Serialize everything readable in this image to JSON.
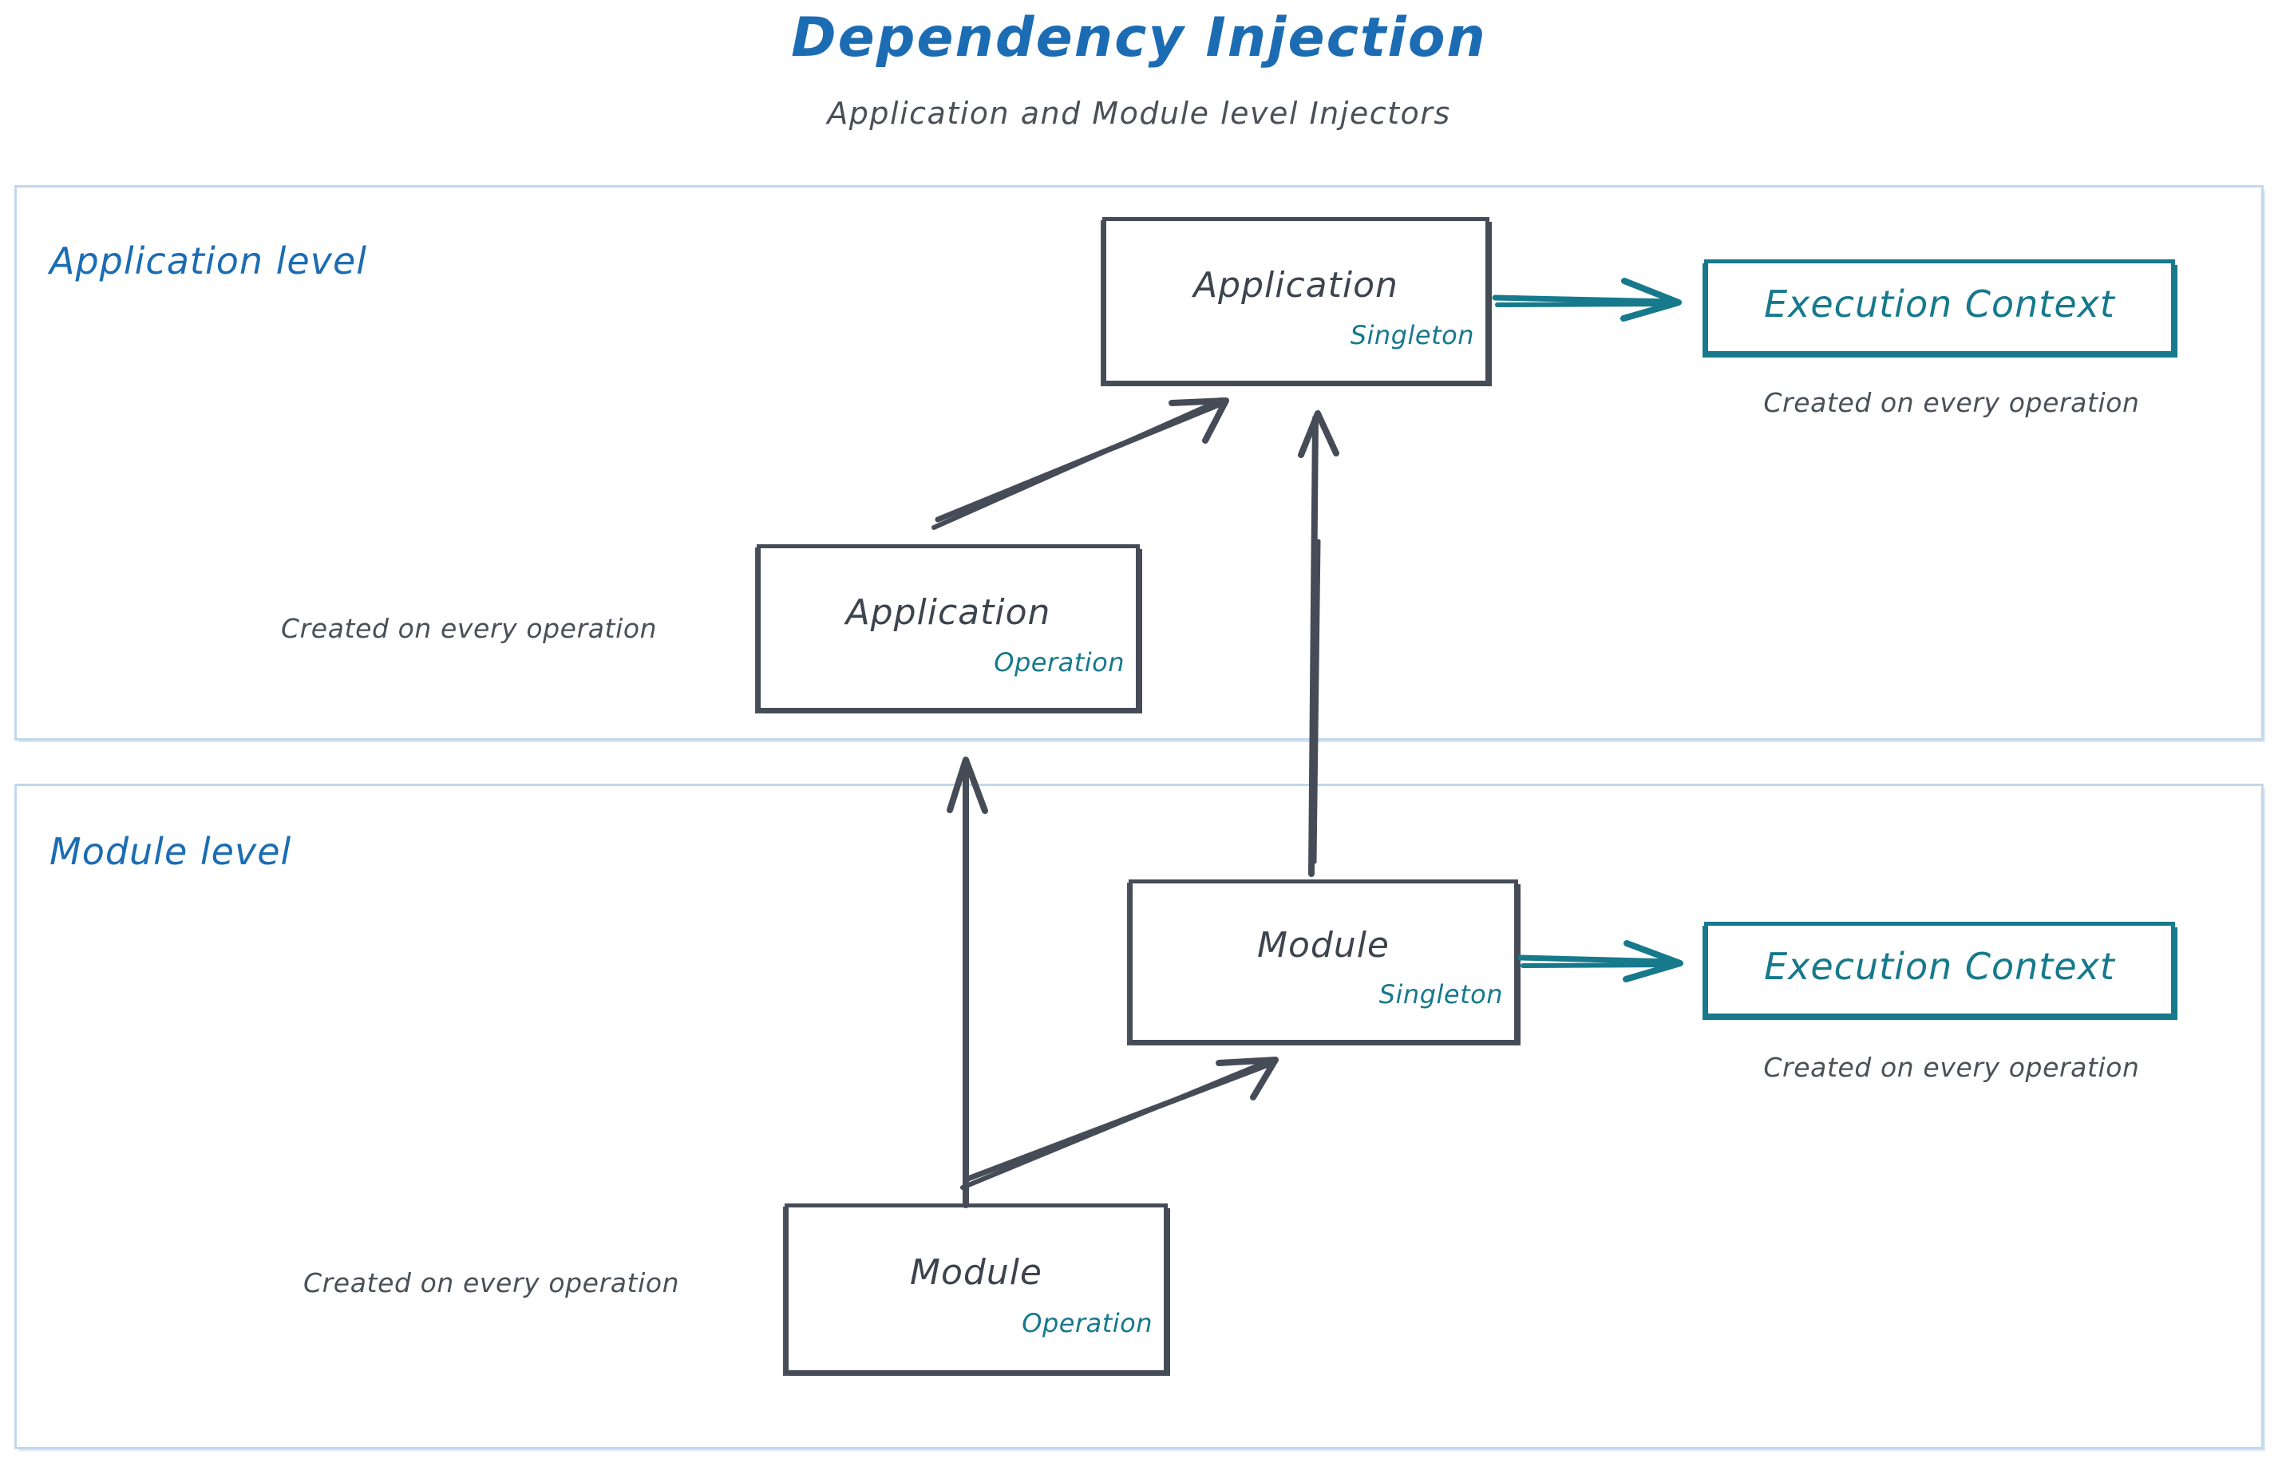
{
  "header": {
    "title": "Dependency Injection",
    "subtitle": "Application and Module level Injectors"
  },
  "colors": {
    "title_blue": "#1b6cb3",
    "container_border": "#c3d7ec",
    "node_border": "#454c57",
    "node_text": "#3d444e",
    "teal": "#16798c",
    "caption_gray": "#4a5058",
    "background": "#ffffff"
  },
  "levels": [
    {
      "id": "application-level",
      "label": "Application level",
      "nodes": [
        {
          "id": "application-singleton",
          "title": "Application",
          "scope": "Singleton",
          "style": "dark"
        },
        {
          "id": "execution-context-application",
          "title": "Execution Context",
          "scope": "",
          "style": "teal",
          "caption": "Created on every operation"
        },
        {
          "id": "application-operation",
          "title": "Application",
          "scope": "Operation",
          "style": "dark",
          "caption": "Created on every operation"
        }
      ]
    },
    {
      "id": "module-level",
      "label": "Module level",
      "nodes": [
        {
          "id": "module-singleton",
          "title": "Module",
          "scope": "Singleton",
          "style": "dark"
        },
        {
          "id": "execution-context-module",
          "title": "Execution Context",
          "scope": "",
          "style": "teal",
          "caption": "Created on every operation"
        },
        {
          "id": "module-operation",
          "title": "Module",
          "scope": "Operation",
          "style": "dark",
          "caption": "Created on every operation"
        }
      ]
    }
  ],
  "edges": [
    {
      "id": "application-singleton-to-execution-context",
      "from": "application-singleton",
      "to": "execution-context-application",
      "color": "#16798c",
      "direction": "right"
    },
    {
      "id": "application-operation-to-application-singleton",
      "from": "application-operation",
      "to": "application-singleton",
      "color": "#454c57",
      "direction": "up-right"
    },
    {
      "id": "module-singleton-to-application-singleton",
      "from": "module-singleton",
      "to": "application-singleton",
      "color": "#454c57",
      "direction": "up"
    },
    {
      "id": "module-singleton-to-execution-context",
      "from": "module-singleton",
      "to": "execution-context-module",
      "color": "#16798c",
      "direction": "right"
    },
    {
      "id": "module-operation-to-module-singleton",
      "from": "module-operation",
      "to": "module-singleton",
      "color": "#454c57",
      "direction": "up-right"
    },
    {
      "id": "module-operation-to-application-operation",
      "from": "module-operation",
      "to": "application-operation",
      "color": "#454c57",
      "direction": "up"
    }
  ],
  "captions": {
    "application_operation": "Created on every operation",
    "application_execution_context": "Created on every operation",
    "module_operation": "Created on every operation",
    "module_execution_context": "Created on every operation"
  }
}
